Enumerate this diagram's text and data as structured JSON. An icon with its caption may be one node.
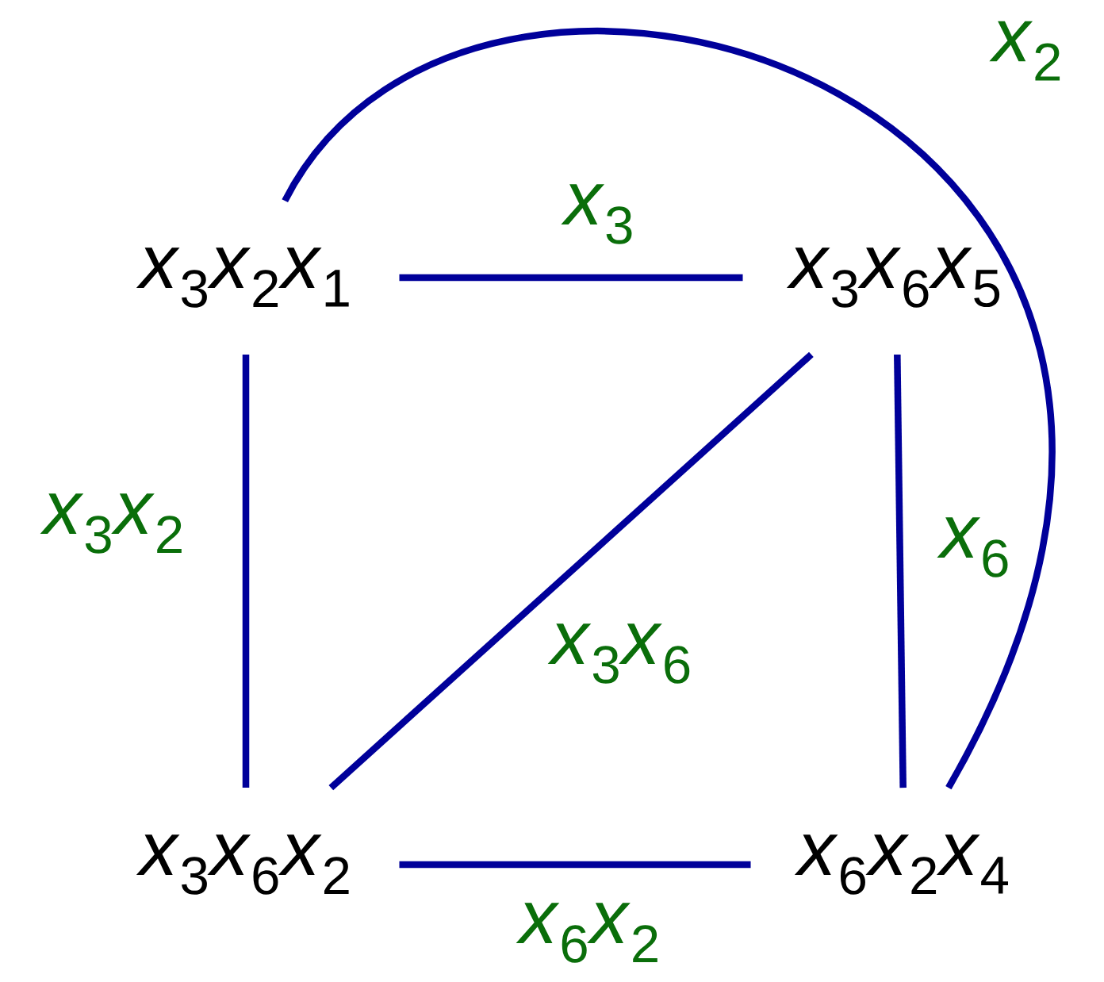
{
  "diagram": {
    "nodes": [
      {
        "text": [
          "*x*$_{3}$*x*$_{2}$*x*$_{1}$"
        ]
      },
      {
        "text": [
          "*x*$_{3}$*x*$_{6}$*x*$_{5}$"
        ]
      },
      {
        "text": [
          "*x*$_{3}$*x*$_{6}$*x*$_{2}$"
        ]
      },
      {
        "text": [
          "*x*$_{6}$*x*$_{2}$*x*$_{4}$"
        ]
      }
    ],
    "edges": [
      {
        "from": 0,
        "to": 1,
        "arrow": "none",
        "label": "*x*$_{3}$"
      },
      {
        "from": 0,
        "to": 2,
        "arrow": "none",
        "label": "*x*$_{3}$*x*$_{2}$"
      },
      {
        "from": 1,
        "to": 2,
        "arrow": "none",
        "label": "*x*$_{3}$*x*$_{6}$"
      },
      {
        "from": 1,
        "to": 3,
        "arrow": "none",
        "label": "*x*$_{6}$"
      },
      {
        "from": 2,
        "to": 3,
        "arrow": "none",
        "label": "*x*$_{6}$*x*$_{2}$"
      },
      {
        "from": 0,
        "to": 3,
        "arrow": "none",
        "label": "*x*$_{2}$"
      }
    ]
  }
}
